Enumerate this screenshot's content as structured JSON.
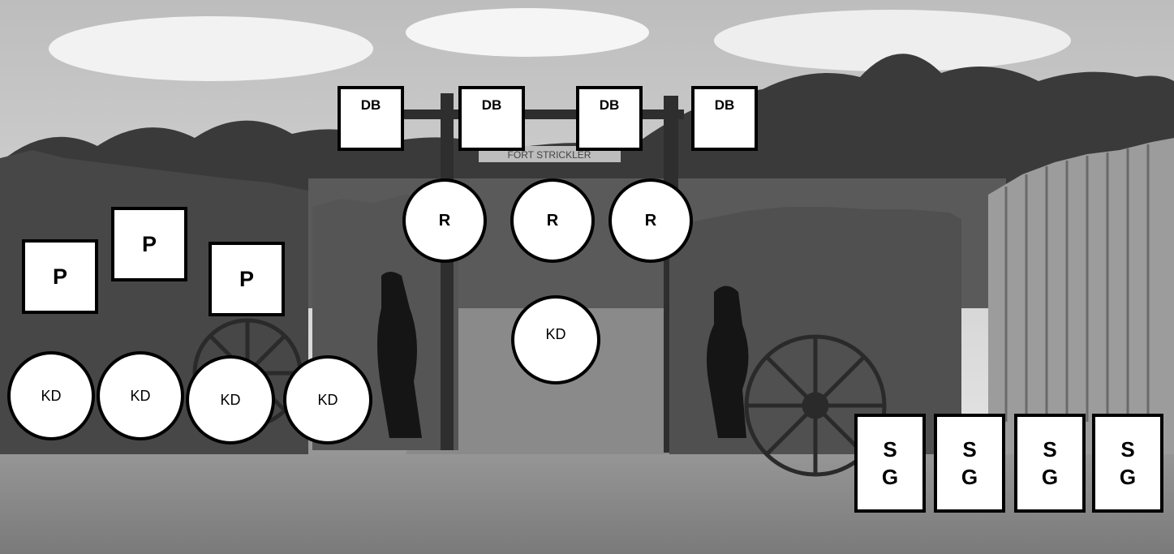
{
  "photo": {
    "sign_text": "FORT STRICKLER",
    "colors": {
      "sky": "#d9d9d9",
      "trees": "#2f2f2f",
      "fence": "#4a4a4a",
      "ground": "#8c8c8c",
      "token_fill": "#ffffff",
      "token_border": "#000000"
    }
  },
  "tokens": {
    "db": [
      "DB",
      "DB",
      "DB",
      "DB"
    ],
    "p": [
      "P",
      "P",
      "P"
    ],
    "r": [
      "R",
      "R",
      "R"
    ],
    "kd": [
      "KD",
      "KD",
      "KD",
      "KD",
      "KD"
    ],
    "sg": [
      "S\nG",
      "S\nG",
      "S\nG",
      "S\nG"
    ]
  }
}
